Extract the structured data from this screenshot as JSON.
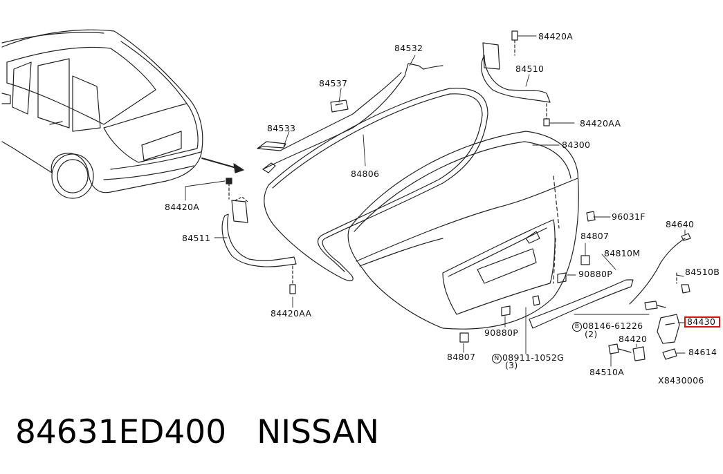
{
  "diagram": {
    "part_labels": {
      "p84420A_top": "84420A",
      "p84532": "84532",
      "p84510": "84510",
      "p84537": "84537",
      "p84533": "84533",
      "p84420AA_top": "84420AA",
      "p84300": "84300",
      "p84806": "84806",
      "p84420A_left": "84420A",
      "p96031F": "96031F",
      "p84640": "84640",
      "p84511": "84511",
      "p84807_top": "84807",
      "p84810M": "84810M",
      "p90880P_right": "90880P",
      "p84510B": "84510B",
      "p84420AA_bottom": "84420AA",
      "p08146": "08146-61226",
      "p08146_qty": "(2)",
      "p84430": "84430",
      "p90880P_bottom": "90880P",
      "p84420": "84420",
      "p84807_bottom": "84807",
      "p84614": "84614",
      "p08911": "08911-1052G",
      "p08911_qty": "(3)",
      "p84510A": "84510A",
      "diagram_code": "X8430006"
    },
    "bolt_prefix_B": "B",
    "nut_prefix_N": "N",
    "highlighted_part": "84430"
  },
  "caption": {
    "part_number": "84631ED400",
    "brand": "NISSAN"
  },
  "colors": {
    "line": "#222222",
    "highlight": "#e01010",
    "background": "#ffffff"
  }
}
